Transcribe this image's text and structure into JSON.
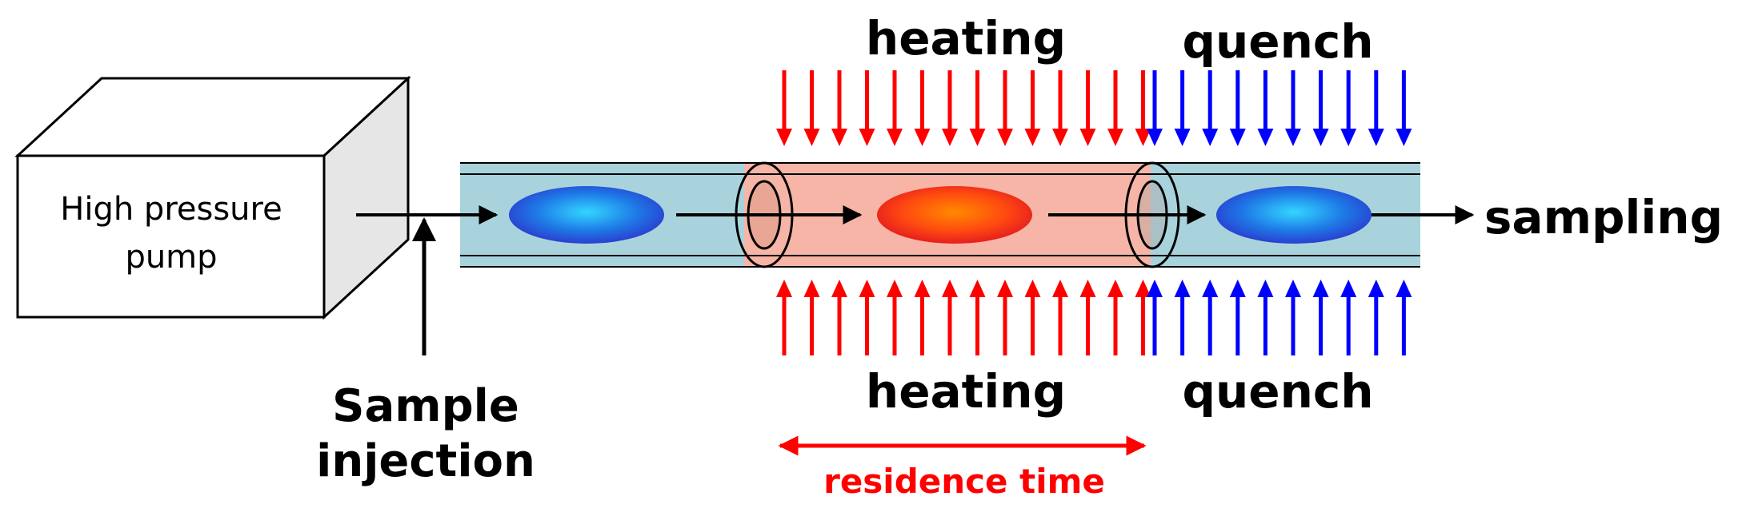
{
  "labels": {
    "pump_line1": "High pressure",
    "pump_line2": "pump",
    "sample_line1": "Sample",
    "sample_line2": "injection",
    "heating_top": "heating",
    "heating_bottom": "heating",
    "quench_top": "quench",
    "quench_bottom": "quench",
    "sampling": "sampling",
    "residence_time": "residence time"
  },
  "colors": {
    "heating_arrows": "#ff0000",
    "quench_arrows": "#0000ff",
    "tube_fill": "#a9d3dc",
    "heated_section_fill": "#f6b5a6",
    "residence_label": "#ff0000"
  },
  "arrow_counts": {
    "heating": 14,
    "quench": 10
  }
}
